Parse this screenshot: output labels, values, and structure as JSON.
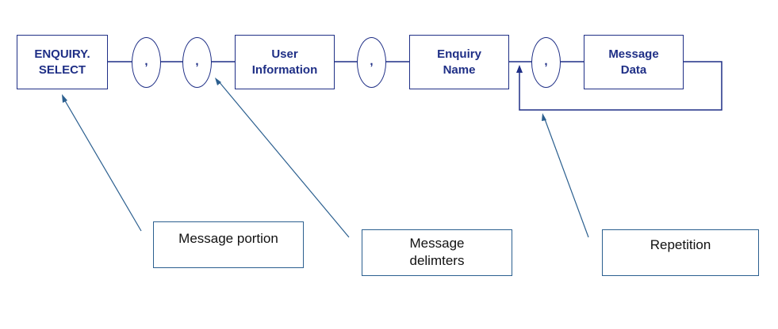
{
  "diagram": {
    "syntax_boxes": {
      "enquiry_select": "ENQUIRY.\nSELECT",
      "user_information": "User\nInformation",
      "enquiry_name": "Enquiry\nName",
      "message_data": "Message\nData"
    },
    "delimiters": [
      ",",
      ",",
      ",",
      ","
    ],
    "callouts": {
      "message_portion": "Message portion",
      "message_delimiters": "Message\ndelimters",
      "repetition": "Repetition"
    },
    "colors": {
      "syntax_stroke": "#1f2f86",
      "pointer_stroke": "#2b5f8f",
      "text_dark": "#111111",
      "background": "#ffffff"
    }
  }
}
